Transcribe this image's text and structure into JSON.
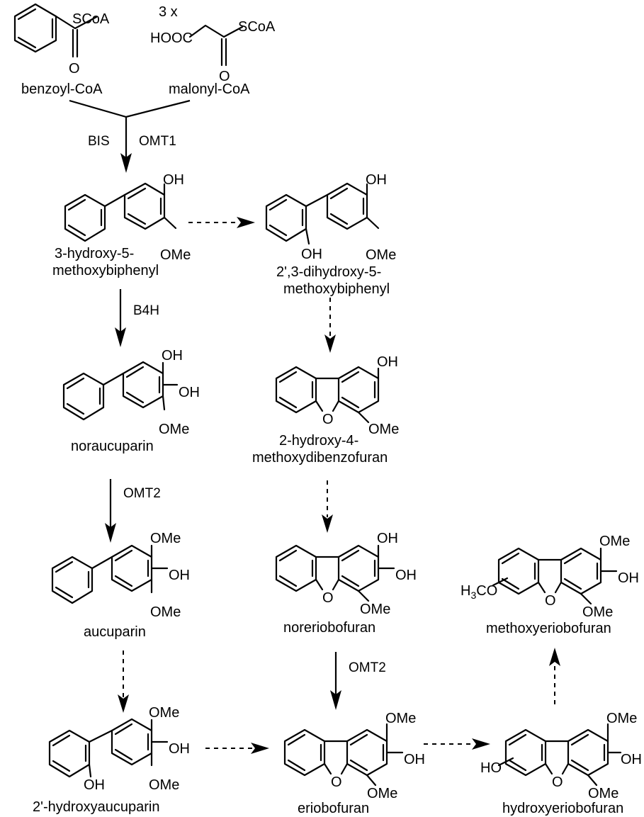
{
  "substrates": {
    "benzoyl_coa": {
      "name": "benzoyl-CoA",
      "s_label": "SCoA",
      "o_label": "O"
    },
    "malonyl_coa": {
      "name": "malonyl-CoA",
      "multiplier": "3 x",
      "acid_label": "HOOC",
      "s_label": "SCoA",
      "o_label": "O"
    }
  },
  "enzymes": {
    "bis": "BIS",
    "omt1": "OMT1",
    "b4h": "B4H",
    "omt2_a": "OMT2",
    "omt2_b": "OMT2"
  },
  "compounds": {
    "hydroxy_methoxybiphenyl": {
      "name_line1": "3-hydroxy-5-",
      "name_line2": "methoxybiphenyl",
      "oh": "OH",
      "ome": "OMe"
    },
    "dihydroxy_methoxybiphenyl": {
      "name_line1": "2',3-dihydroxy-5-",
      "name_line2": "methoxybiphenyl",
      "oh_top": "OH",
      "oh_ring": "OH",
      "ome": "OMe"
    },
    "noraucuparin": {
      "name": "noraucuparin",
      "oh_top": "OH",
      "oh_mid": "OH",
      "ome": "OMe"
    },
    "hydroxy_methoxydibenzofuran": {
      "name_line1": "2-hydroxy-4-",
      "name_line2": "methoxydibenzofuran",
      "oh": "OH",
      "o_ring": "O",
      "ome": "OMe"
    },
    "aucuparin": {
      "name": "aucuparin",
      "ome_top": "OMe",
      "oh": "OH",
      "ome_bottom": "OMe"
    },
    "noreriobofuran": {
      "name": "noreriobofuran",
      "oh_top": "OH",
      "oh_mid": "OH",
      "o_ring": "O",
      "ome": "OMe"
    },
    "methoxyeriobofuran": {
      "name": "methoxyeriobofuran",
      "ome_top": "OMe",
      "oh": "OH",
      "o_ring": "O",
      "ome_bottom": "OMe",
      "h3co_h": "H",
      "h3co_sub": "3",
      "h3co_rest": "CO"
    },
    "hydroxyaucuparin": {
      "name": "2'-hydroxyaucuparin",
      "ome_top": "OMe",
      "oh": "OH",
      "oh_ring": "OH",
      "ome_bottom": "OMe"
    },
    "eriobofuran": {
      "name": "eriobofuran",
      "ome_top": "OMe",
      "oh": "OH",
      "o_ring": "O",
      "ome_bottom": "OMe"
    },
    "hydroxyeriobofuran": {
      "name": "hydroxyeriobofuran",
      "ome_top": "OMe",
      "oh": "OH",
      "o_ring": "O",
      "ome_bottom": "OMe",
      "ho": "HO"
    }
  }
}
